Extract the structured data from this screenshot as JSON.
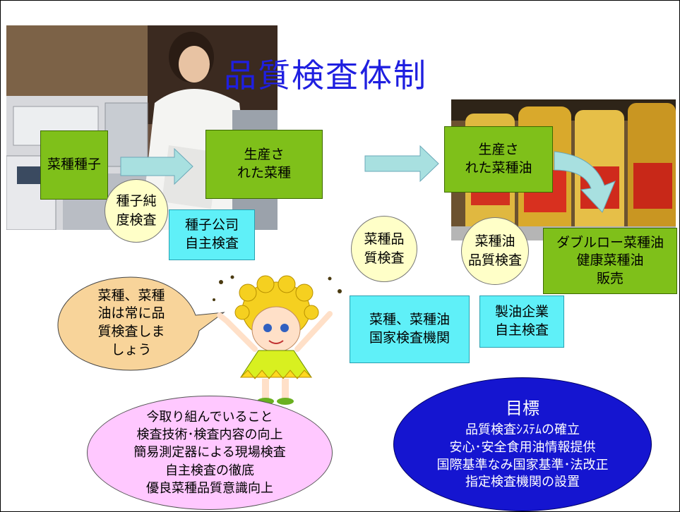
{
  "title": "品質検査体制",
  "flow": {
    "seed": "菜種種子",
    "produced_rapeseed": "生産さ\nれた菜種",
    "produced_oil": "生産さ\nれた菜種油",
    "sales": "ダブルロー菜種油\n健康菜種油\n販売"
  },
  "checks": {
    "seed_purity": "種子純\n度検査",
    "seed_company": "種子公司\n自主検査",
    "rapeseed_quality": "菜種品\n質検査",
    "oil_quality": "菜種油\n品質検査",
    "national_agency": "菜種、菜種油\n国家検査機関",
    "oil_company": "製油企業\n自主検査"
  },
  "speech_bubble": "菜種、菜種\n油は常に品\n質検査しま\nしょう",
  "current_efforts": {
    "heading": "今取り組んでいること",
    "items": [
      "検査技術･検査内容の向上",
      "簡易測定器による現場検査",
      "自主検査の徹底",
      "優良菜種品質意識向上"
    ]
  },
  "goals": {
    "heading": "目標",
    "items": [
      "品質検査ｼｽﾃﾑの確立",
      "安心･安全食用油情報提供",
      "国際基準なみ国家基準･法改正",
      "指定検査機関の設置"
    ]
  },
  "colors": {
    "title": "#1f1fe0",
    "flow_box": "#7fc01a",
    "check_box": "#5ff0f8",
    "circle": "#ffffc8",
    "efforts_ellipse": "#ffc8ff",
    "goals_ellipse": "#1515d0",
    "arrow": "#a8e0e0"
  },
  "icons": [
    "lab-photo",
    "oil-bottles-photo",
    "flower-mascot"
  ]
}
